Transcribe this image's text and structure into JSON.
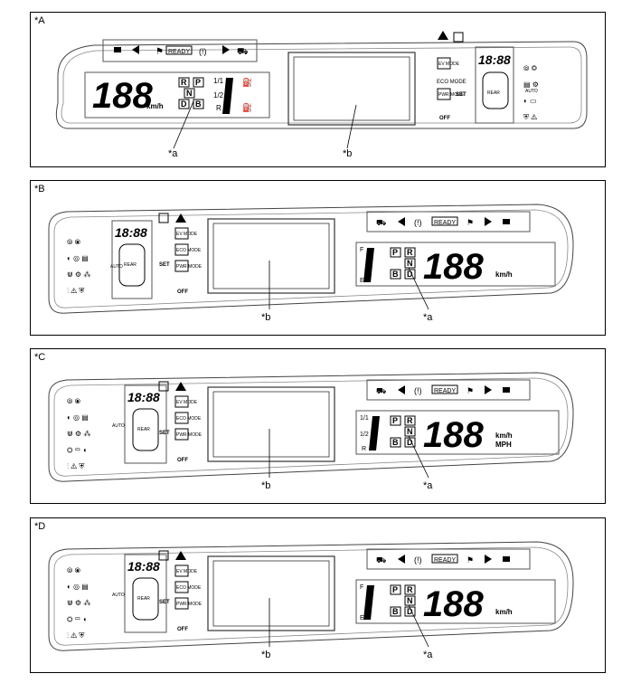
{
  "panels": [
    {
      "id": "A",
      "tag": "*A",
      "callout_a": "*a",
      "callout_b": "*b",
      "speed_digits": "188",
      "speed_unit": "km/h",
      "clock": "18:88",
      "fuel_labels": [
        "1/1",
        "1/2",
        "R"
      ],
      "gears": [
        "R",
        "P",
        "N",
        "D",
        "B"
      ],
      "indicator_labels": [
        "READY"
      ],
      "mode_labels": [
        "EV MODE",
        "ECO MODE",
        "PWR MODE",
        "SET",
        "OFF",
        "REAR",
        "AUTO"
      ]
    },
    {
      "id": "B",
      "tag": "*B",
      "callout_a": "*a",
      "callout_b": "*b",
      "speed_digits": "188",
      "speed_unit": "km/h",
      "clock": "18:88",
      "fuel_labels": [
        "F",
        "E"
      ],
      "gears": [
        "P",
        "R",
        "N",
        "B",
        "D"
      ],
      "indicator_labels": [
        "READY"
      ],
      "mode_labels": [
        "EV MODE",
        "ECO MODE",
        "PWR MODE",
        "SET",
        "OFF",
        "REAR",
        "AUTO"
      ]
    },
    {
      "id": "C",
      "tag": "*C",
      "callout_a": "*a",
      "callout_b": "*b",
      "speed_digits": "188",
      "speed_unit": "km/h",
      "speed_unit_2": "MPH",
      "clock": "18:88",
      "fuel_labels": [
        "1/1",
        "1/2",
        "R"
      ],
      "gears": [
        "P",
        "R",
        "N",
        "B",
        "D"
      ],
      "indicator_labels": [
        "READY"
      ],
      "mode_labels": [
        "EV MODE",
        "ECO MODE",
        "PWR MODE",
        "SET",
        "OFF",
        "REAR",
        "AUTO"
      ]
    },
    {
      "id": "D",
      "tag": "*D",
      "callout_a": "*a",
      "callout_b": "*b",
      "speed_digits": "188",
      "speed_unit": "km/h",
      "clock": "18:88",
      "fuel_labels": [
        "F",
        "E"
      ],
      "gears": [
        "P",
        "R",
        "N",
        "B",
        "D"
      ],
      "indicator_labels": [
        "READY"
      ],
      "mode_labels": [
        "EV MODE",
        "ECO MODE",
        "PWR MODE",
        "SET",
        "OFF",
        "REAR",
        "AUTO"
      ]
    }
  ]
}
